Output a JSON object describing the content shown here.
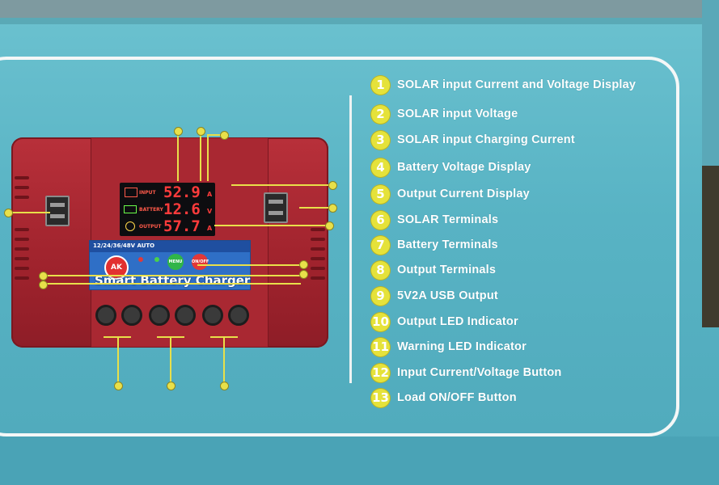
{
  "controller": {
    "lcd": {
      "input_value": "52.9",
      "input_label": "INPUT",
      "input_unit": "A",
      "battery_value": "12.6",
      "battery_label": "BATTERY",
      "battery_unit": "V",
      "output_value": "57.7",
      "output_label": "OUTPUT",
      "output_unit": "A"
    },
    "voltage_range": "12/24/36/48V AUTO",
    "brand_badge": "AK",
    "menu_button": "MENU",
    "onoff_button": "ON/OFF",
    "product_name": "Smart Battery Charger"
  },
  "legend": [
    {
      "number": "1",
      "text": "SOLAR input Current and Voltage Display"
    },
    {
      "number": "2",
      "text": "SOLAR input  Voltage"
    },
    {
      "number": "3",
      "text": "SOLAR input  Charging Current"
    },
    {
      "number": "4",
      "text": "Battery Voltage Display"
    },
    {
      "number": "5",
      "text": "Output Current  Display"
    },
    {
      "number": "6",
      "text": "SOLAR Terminals"
    },
    {
      "number": "7",
      "text": "Battery Terminals"
    },
    {
      "number": "8",
      "text": "Output Terminals"
    },
    {
      "number": "9",
      "text": "5V2A USB Output"
    },
    {
      "number": "10",
      "text": "Output LED Indicator"
    },
    {
      "number": "11",
      "text": "Warning LED Indicator"
    },
    {
      "number": "12",
      "text": "Input Current/Voltage Button"
    },
    {
      "number": "13",
      "text": "Load ON/OFF Button"
    }
  ],
  "colors": {
    "box": "#5fb7c6",
    "controller": "#a92832",
    "accent_yellow": "#e5e23a",
    "lcd_red": "#ff3b3b",
    "label_blue": "#2f6fc6"
  }
}
